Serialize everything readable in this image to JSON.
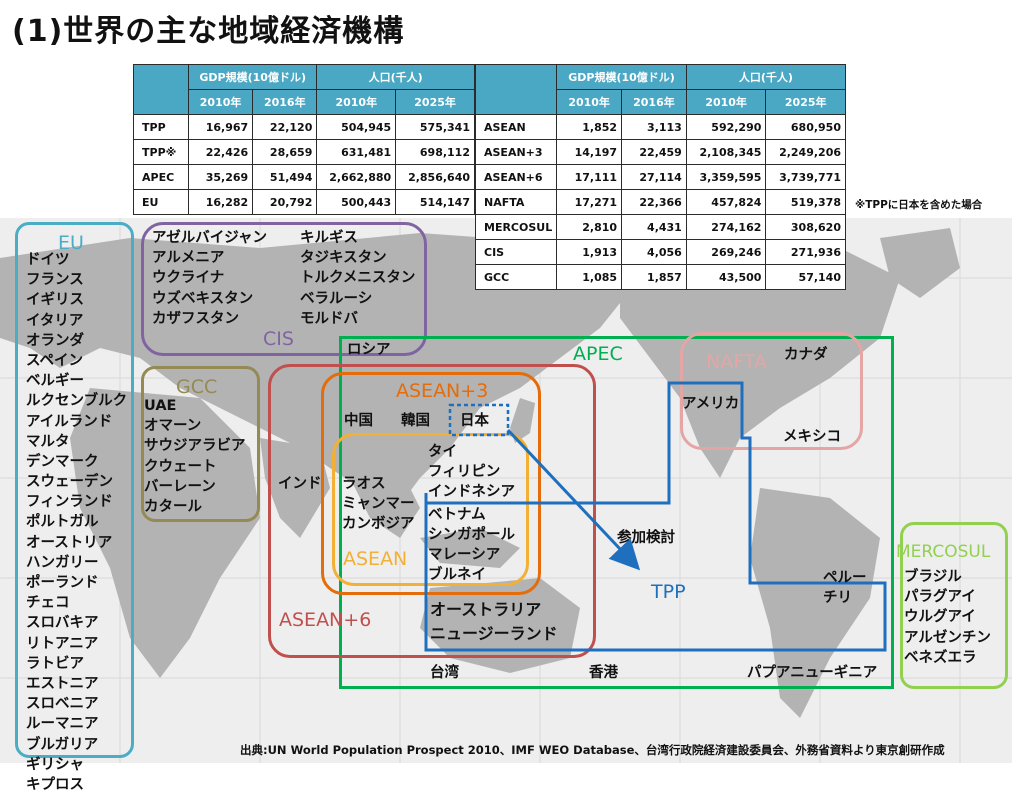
{
  "title": "(1)世界の主な地域経済機構",
  "table_left": {
    "header_gdp": "GDP規模(10億ドル)",
    "header_pop": "人口(千人)",
    "years": [
      "2010年",
      "2016年",
      "2010年",
      "2025年"
    ],
    "rows": [
      {
        "name": "TPP",
        "gdp2010": "16,967",
        "gdp2016": "22,120",
        "pop2010": "504,945",
        "pop2025": "575,341"
      },
      {
        "name": "TPP※",
        "gdp2010": "22,426",
        "gdp2016": "28,659",
        "pop2010": "631,481",
        "pop2025": "698,112"
      },
      {
        "name": "APEC",
        "gdp2010": "35,269",
        "gdp2016": "51,494",
        "pop2010": "2,662,880",
        "pop2025": "2,856,640"
      },
      {
        "name": "EU",
        "gdp2010": "16,282",
        "gdp2016": "20,792",
        "pop2010": "500,443",
        "pop2025": "514,147"
      }
    ]
  },
  "table_right": {
    "header_gdp": "GDP規模(10億ドル)",
    "header_pop": "人口(千人)",
    "years": [
      "2010年",
      "2016年",
      "2010年",
      "2025年"
    ],
    "rows": [
      {
        "name": "ASEAN",
        "gdp2010": "1,852",
        "gdp2016": "3,113",
        "pop2010": "592,290",
        "pop2025": "680,950"
      },
      {
        "name": "ASEAN+3",
        "gdp2010": "14,197",
        "gdp2016": "22,459",
        "pop2010": "2,108,345",
        "pop2025": "2,249,206"
      },
      {
        "name": "ASEAN+6",
        "gdp2010": "17,111",
        "gdp2016": "27,114",
        "pop2010": "3,359,595",
        "pop2025": "3,739,771"
      },
      {
        "name": "NAFTA",
        "gdp2010": "17,271",
        "gdp2016": "22,366",
        "pop2010": "457,824",
        "pop2025": "519,378"
      },
      {
        "name": "MERCOSUL",
        "gdp2010": "2,810",
        "gdp2016": "4,431",
        "pop2010": "274,162",
        "pop2025": "308,620"
      },
      {
        "name": "CIS",
        "gdp2010": "1,913",
        "gdp2016": "4,056",
        "pop2010": "269,246",
        "pop2025": "271,936"
      },
      {
        "name": "GCC",
        "gdp2010": "1,085",
        "gdp2016": "1,857",
        "pop2010": "43,500",
        "pop2025": "57,140"
      }
    ]
  },
  "note": "※TPPに日本を含めた場合",
  "source": "出典:UN World Population Prospect 2010、IMF WEO Database、台湾行政院経済建設委員会、外務省資料より東京創研作成",
  "groups": {
    "eu": {
      "label": "EU",
      "color": "#4bacc6",
      "members": [
        "ドイツ",
        "フランス",
        "イギリス",
        "イタリア",
        "オランダ",
        "スペイン",
        "ベルギー",
        "ルクセンブルク",
        "アイルランド",
        "マルタ",
        "デンマーク",
        "スウェーデン",
        "フィンランド",
        "ポルトガル",
        "オーストリア",
        "ハンガリー",
        "ポーランド",
        "チェコ",
        "スロバキア",
        "リトアニア",
        "ラトビア",
        "エストニア",
        "スロベニア",
        "ルーマニア",
        "ブルガリア",
        "ギリシャ",
        "キプロス"
      ]
    },
    "cis": {
      "label": "CIS",
      "color": "#8064a2",
      "col1": [
        "アゼルバイジャン",
        "アルメニア",
        "ウクライナ",
        "ウズベキスタン",
        "カザフスタン"
      ],
      "col2": [
        "キルギス",
        "タジキスタン",
        "トルクメニスタン",
        "ベラルーシ",
        "モルドバ"
      ]
    },
    "gcc": {
      "label": "GCC",
      "color": "#948a54",
      "members": [
        "UAE",
        "オマーン",
        "サウジアラビア",
        "クウェート",
        "バーレーン",
        "カタール"
      ]
    },
    "apec": {
      "label": "APEC",
      "color": "#00b050"
    },
    "nafta": {
      "label": "NAFTA",
      "color": "#e6a5a5"
    },
    "asean3": {
      "label": "ASEAN+3",
      "color": "#e46c0a"
    },
    "asean6": {
      "label": "ASEAN+6",
      "color": "#c0504d"
    },
    "asean": {
      "label": "ASEAN",
      "color": "#f2b035"
    },
    "mercosul": {
      "label": "MERCOSUL",
      "color": "#92d050",
      "members": [
        "ブラジル",
        "パラグアイ",
        "ウルグアイ",
        "アルゼンチン",
        "ベネズエラ"
      ]
    },
    "tpp": {
      "label": "TPP",
      "color": "#1f6fbf"
    }
  },
  "countries": {
    "russia": "ロシア",
    "china": "中国",
    "korea": "韓国",
    "japan": "日本",
    "india": "インド",
    "thai": "タイ",
    "philippines": "フィリピン",
    "indonesia": "インドネシア",
    "laos": "ラオス",
    "myanmar": "ミャンマー",
    "cambodia": "カンボジア",
    "vietnam": "ベトナム",
    "singapore": "シンガポール",
    "malaysia": "マレーシア",
    "brunei": "ブルネイ",
    "australia": "オーストラリア",
    "newzealand": "ニュージーランド",
    "taiwan": "台湾",
    "hongkong": "香港",
    "png": "パプアニューギニア",
    "usa": "アメリカ",
    "canada": "カナダ",
    "mexico": "メキシコ",
    "peru": "ペルー",
    "chile": "チリ"
  },
  "arrow_label": "参加検討"
}
